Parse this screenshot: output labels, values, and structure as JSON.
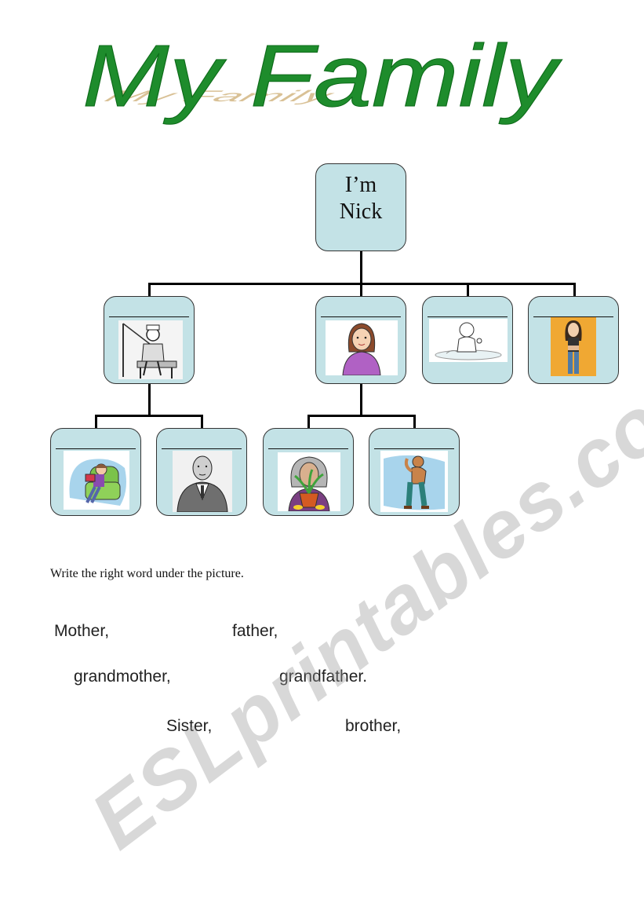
{
  "title": {
    "text": "My Family",
    "color": "#1e8c2c",
    "shadow_color": "#c9a86a"
  },
  "center_box": {
    "line1": "I’m",
    "line2": "Nick"
  },
  "watermark": "ESLprintables.com",
  "instruction": "Write the right word under the picture.",
  "word_bank": {
    "row1": [
      "Mother,",
      "father,"
    ],
    "row2": [
      "grandmother,",
      "grandfather."
    ],
    "row3": [
      "Sister,",
      "brother,"
    ]
  },
  "pictures": {
    "dad": "father-fishing-icon",
    "mom": "mother-icon",
    "baby": "baby-icon",
    "sister": "sister-icon",
    "grandma1": "grandmother-reading-icon",
    "grandpa1": "grandfather-icon",
    "grandma2": "grandmother-plant-icon",
    "grandpa2": "grandfather-stretching-icon"
  },
  "colors": {
    "box_fill": "#c3e2e6",
    "box_border": "#333333"
  }
}
